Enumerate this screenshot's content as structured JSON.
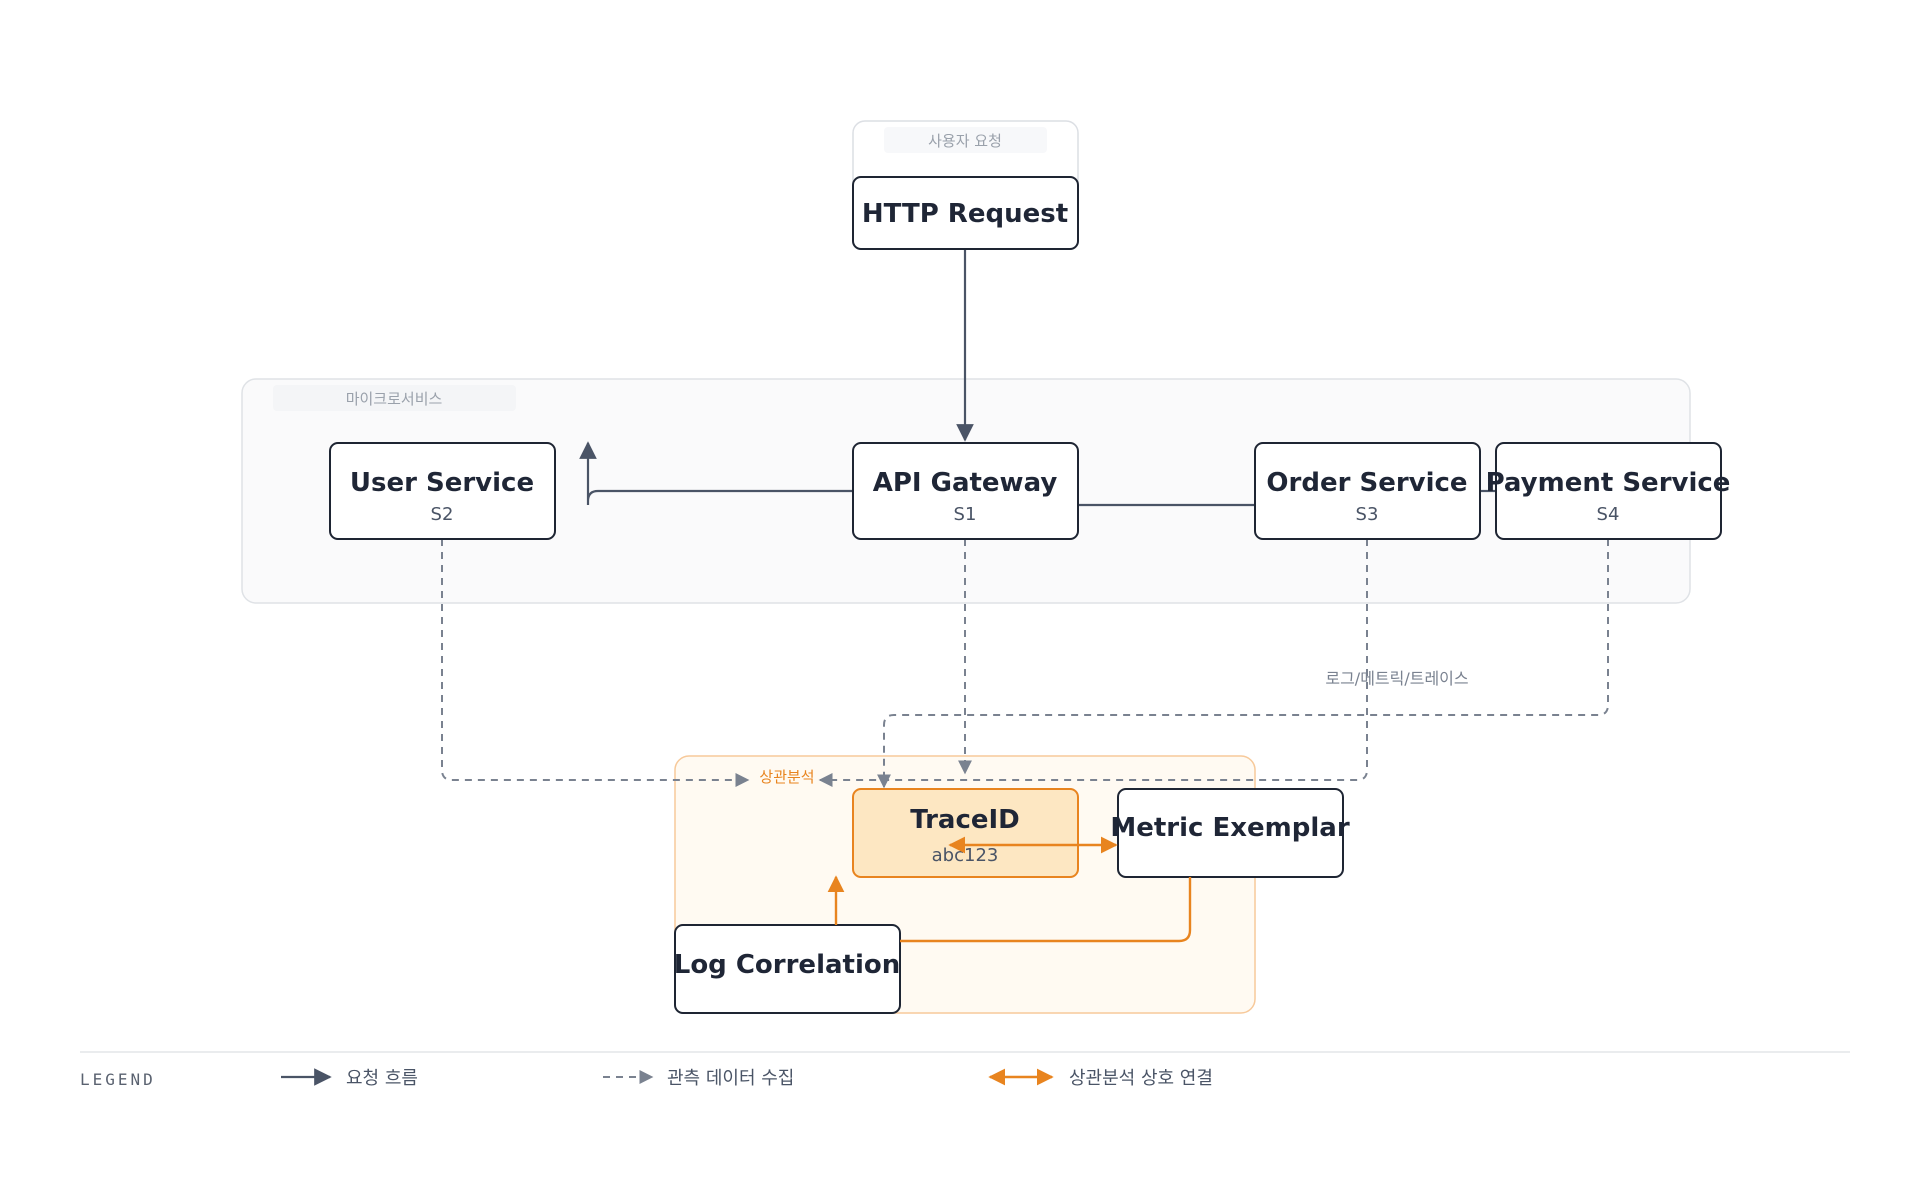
{
  "groups": {
    "user_request": "사용자 요청",
    "microservices": "마이크로서비스",
    "correlation": "상관분석"
  },
  "nodes": {
    "http_request": {
      "title": "HTTP Request"
    },
    "api_gateway": {
      "title": "API Gateway",
      "sub": "S1"
    },
    "user_service": {
      "title": "User Service",
      "sub": "S2"
    },
    "order_service": {
      "title": "Order Service",
      "sub": "S3"
    },
    "payment_service": {
      "title": "Payment Service",
      "sub": "S4"
    },
    "traceid": {
      "title": "TraceID",
      "sub": "abc123"
    },
    "metric_exemplar": {
      "title": "Metric Exemplar"
    },
    "log_correlation": {
      "title": "Log Correlation"
    }
  },
  "edge_labels": {
    "observability": "로그/메트릭/트레이스"
  },
  "legend": {
    "title": "LEGEND",
    "request_flow": "요청 흐름",
    "observability_collect": "관측 데이터 수집",
    "correlation_link": "상관분석 상호 연결"
  },
  "colors": {
    "accent": "#e8841f",
    "ink": "#1f2636",
    "flow": "#4a5466",
    "dashed": "#7a8290",
    "highlight_fill": "#fde7c2"
  }
}
